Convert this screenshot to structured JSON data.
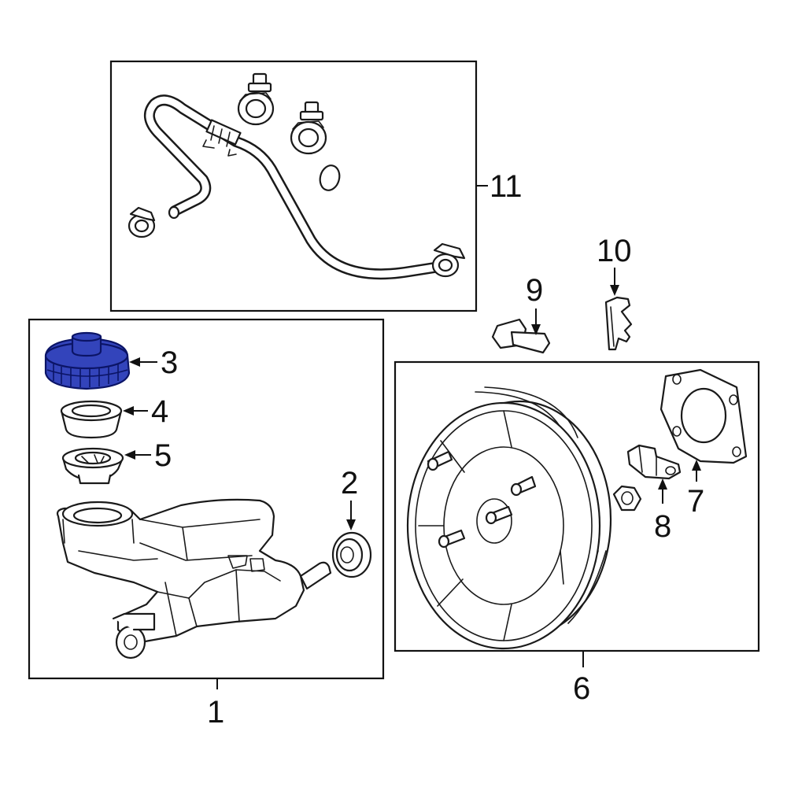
{
  "diagram": {
    "highlight_color": "#3344bb",
    "callouts": [
      {
        "id": "1",
        "label": "1"
      },
      {
        "id": "2",
        "label": "2"
      },
      {
        "id": "3",
        "label": "3"
      },
      {
        "id": "4",
        "label": "4"
      },
      {
        "id": "5",
        "label": "5"
      },
      {
        "id": "6",
        "label": "6"
      },
      {
        "id": "7",
        "label": "7"
      },
      {
        "id": "8",
        "label": "8"
      },
      {
        "id": "9",
        "label": "9"
      },
      {
        "id": "10",
        "label": "10"
      },
      {
        "id": "11",
        "label": "11"
      }
    ]
  }
}
